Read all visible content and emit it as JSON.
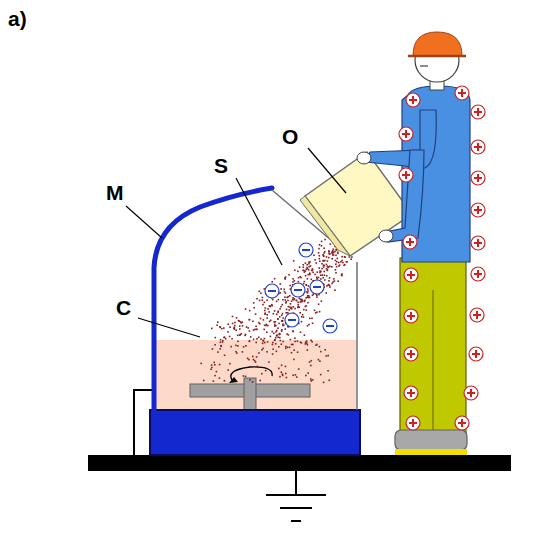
{
  "diagram": {
    "labels": [
      "a)",
      "M",
      "S",
      "C",
      "O"
    ]
  }
}
